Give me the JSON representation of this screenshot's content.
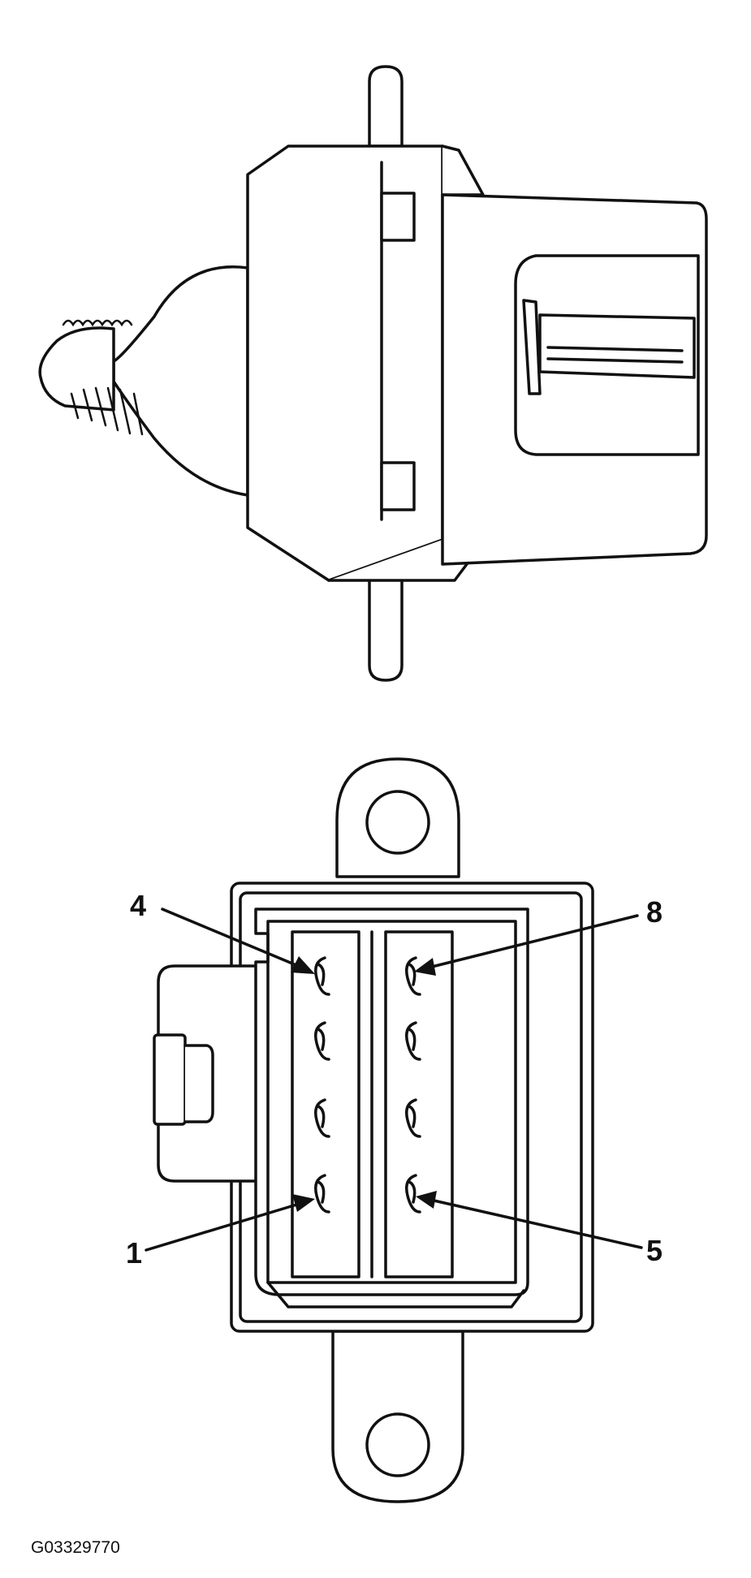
{
  "pin_labels": {
    "top_left": "4",
    "top_right": "8",
    "bottom_left": "1",
    "bottom_right": "5"
  },
  "figure_id": "G03329770",
  "colors": {
    "ink": "#111111",
    "paper": "#ffffff"
  }
}
